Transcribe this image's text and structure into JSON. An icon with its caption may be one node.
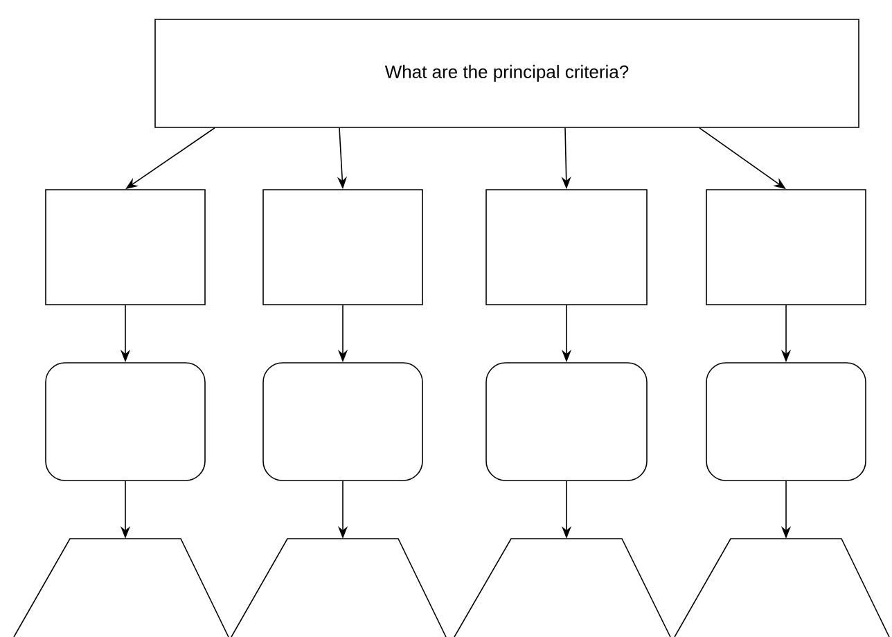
{
  "diagram": {
    "nodes": [
      {
        "text": [
          "What are the principal criteria?"
        ]
      },
      {
        "text": [],
        "shape": "box"
      },
      {
        "text": [],
        "shape": "box"
      },
      {
        "text": [],
        "shape": "box"
      },
      {
        "text": [],
        "shape": "box"
      },
      {
        "text": [],
        "shape": "rounded"
      },
      {
        "text": [],
        "shape": "rounded"
      },
      {
        "text": [],
        "shape": "rounded"
      },
      {
        "text": [],
        "shape": "rounded"
      },
      {
        "text": [],
        "shape": "trapezoid"
      },
      {
        "text": [],
        "shape": "trapezoid"
      },
      {
        "text": [],
        "shape": "trapezoid"
      },
      {
        "text": [],
        "shape": "trapezoid"
      }
    ],
    "edges": [
      {
        "from": 0,
        "to": 1,
        "arrow": "to"
      },
      {
        "from": 0,
        "to": 2,
        "arrow": "to"
      },
      {
        "from": 0,
        "to": 3,
        "arrow": "to"
      },
      {
        "from": 0,
        "to": 4,
        "arrow": "to"
      },
      {
        "from": 1,
        "to": 5,
        "arrow": "to"
      },
      {
        "from": 2,
        "to": 6,
        "arrow": "to"
      },
      {
        "from": 3,
        "to": 7,
        "arrow": "to"
      },
      {
        "from": 4,
        "to": 8,
        "arrow": "to"
      },
      {
        "from": 5,
        "to": 9,
        "arrow": "to"
      },
      {
        "from": 6,
        "to": 10,
        "arrow": "to"
      },
      {
        "from": 7,
        "to": 11,
        "arrow": "to"
      },
      {
        "from": 8,
        "to": 12,
        "arrow": "to"
      }
    ]
  }
}
